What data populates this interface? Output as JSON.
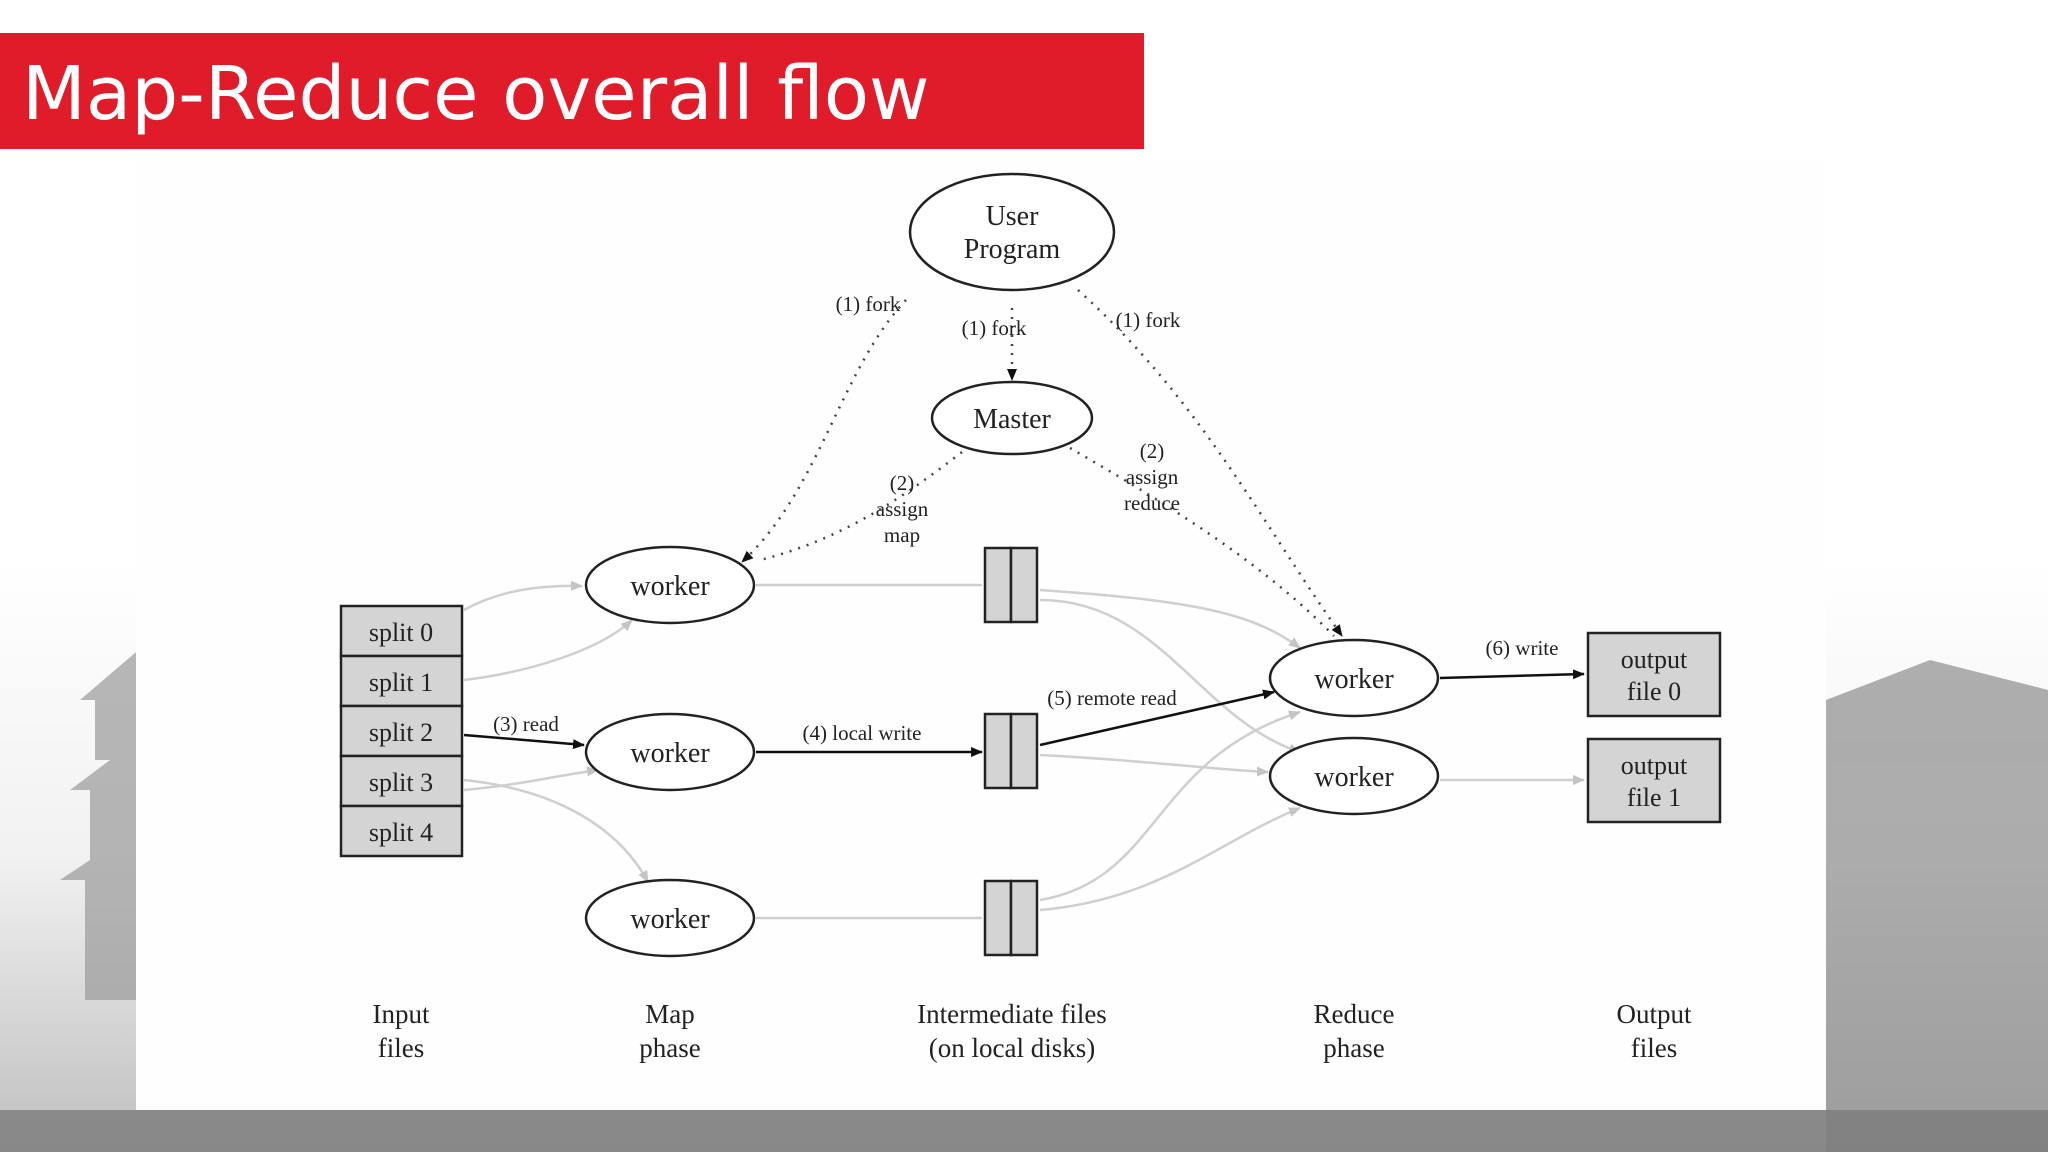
{
  "slide": {
    "title": "Map-Reduce overall flow"
  },
  "diagram": {
    "user_program": [
      "User",
      "Program"
    ],
    "master": "Master",
    "fork_label": "(1) fork",
    "assign_map": [
      "(2)",
      "assign",
      "map"
    ],
    "assign_reduce": [
      "(2)",
      "assign",
      "reduce"
    ],
    "splits": [
      "split 0",
      "split 1",
      "split 2",
      "split 3",
      "split 4"
    ],
    "worker_label": "worker",
    "read_label": "(3) read",
    "local_write_label": "(4) local write",
    "remote_read_label": "(5) remote read",
    "write_label": "(6) write",
    "output_files": [
      [
        "output",
        "file 0"
      ],
      [
        "output",
        "file 1"
      ]
    ],
    "stage_labels": [
      [
        "Input",
        "files"
      ],
      [
        "Map",
        "phase"
      ],
      [
        "Intermediate files",
        "(on local disks)"
      ],
      [
        "Reduce",
        "phase"
      ],
      [
        "Output",
        "files"
      ]
    ]
  }
}
